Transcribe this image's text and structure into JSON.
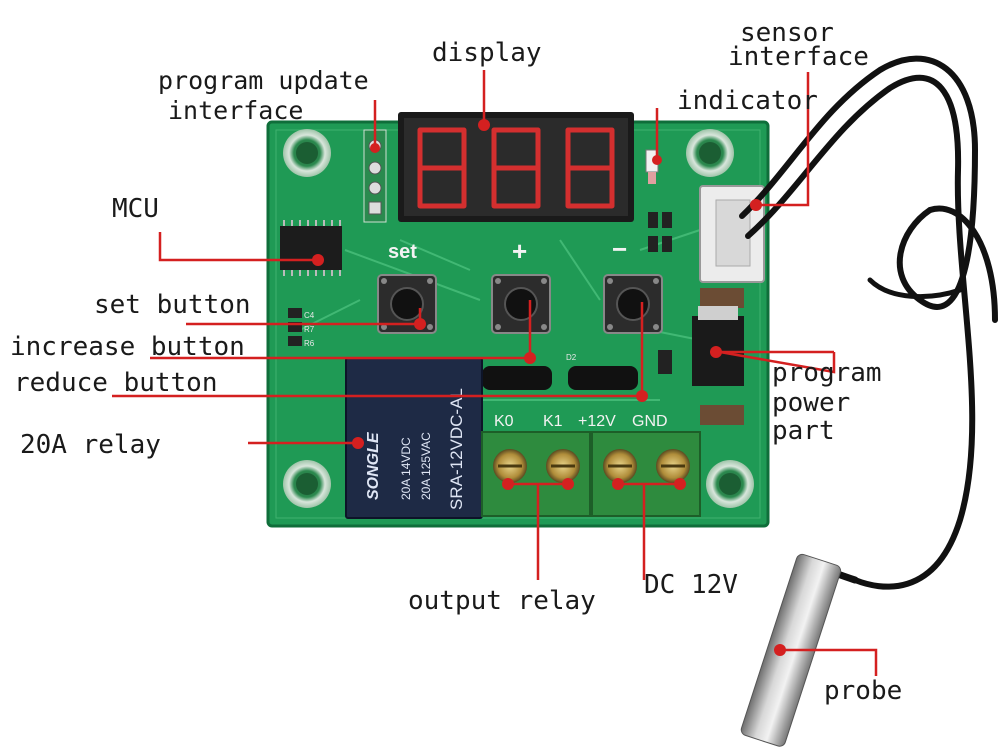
{
  "labels": {
    "display": "display",
    "program_update_1": "program update",
    "program_update_2": "interface",
    "indicator": "indicator",
    "sensor_1": "sensor",
    "sensor_2": "interface",
    "mcu": "MCU",
    "set_button": "set button",
    "increase_button": "increase button",
    "reduce_button": "reduce button",
    "relay_20a": "20A relay",
    "power_1": "program",
    "power_2": "power",
    "power_3": "part",
    "output_relay": "output relay",
    "dc_12v": "DC 12V",
    "probe": "probe"
  },
  "board": {
    "set": "set",
    "plus": "+",
    "minus": "−",
    "k0": "K0",
    "k1": "K1",
    "v12": "+12V",
    "gnd": "GND",
    "relay_model": "SRA-12VDC-AL",
    "relay_spec_1": "20A 14VDC",
    "relay_spec_2": "20A 125VAC",
    "relay_brand": "SONGLE",
    "c4": "C4",
    "r7": "R7",
    "r6": "R6",
    "d2": "D2"
  },
  "colors": {
    "pcb": "#1f9a55",
    "pcb_dark": "#0f6e3a",
    "terminal": "#2e8b3e",
    "relay": "#1e2a45",
    "pointer": "#d42020",
    "segment": "#ff3030"
  }
}
